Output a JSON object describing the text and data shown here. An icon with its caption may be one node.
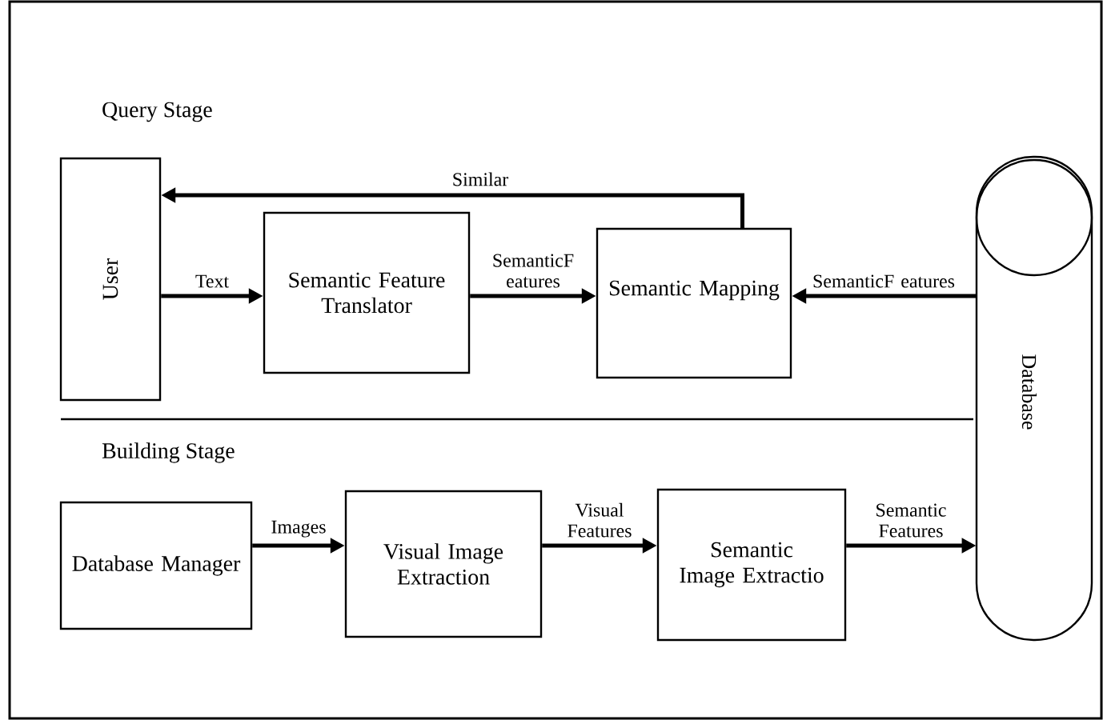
{
  "diagram": {
    "nodes": [
      {
        "text": [
          "User"
        ]
      },
      {
        "text": [
          "Semantic Feature Translator"
        ]
      },
      {
        "text": [
          "Semantic Mapping"
        ]
      },
      {
        "text": [
          "Database"
        ]
      },
      {
        "text": [
          "Database Manager"
        ]
      },
      {
        "text": [
          "Visual Image Extraction"
        ]
      },
      {
        "text": [
          "Semantic Image Extractio"
        ]
      }
    ],
    "edges": [
      {
        "from": 0,
        "to": 1,
        "arrow": "to",
        "label": "Text"
      },
      {
        "from": 1,
        "to": 2,
        "arrow": "to",
        "label": "SemanticF eatures"
      },
      {
        "from": 3,
        "to": 2,
        "arrow": "to",
        "label": "SemanticF eatures"
      },
      {
        "from": 2,
        "to": 0,
        "arrow": "to",
        "label": "Similar"
      },
      {
        "from": 4,
        "to": 5,
        "arrow": "to",
        "label": "Images"
      },
      {
        "from": 5,
        "to": 6,
        "arrow": "to",
        "label": "Visual Features"
      },
      {
        "from": 6,
        "to": 3,
        "arrow": "to",
        "label": "Semantic Features"
      }
    ],
    "labels": [
      "Query Stage",
      "Building Stage"
    ]
  }
}
